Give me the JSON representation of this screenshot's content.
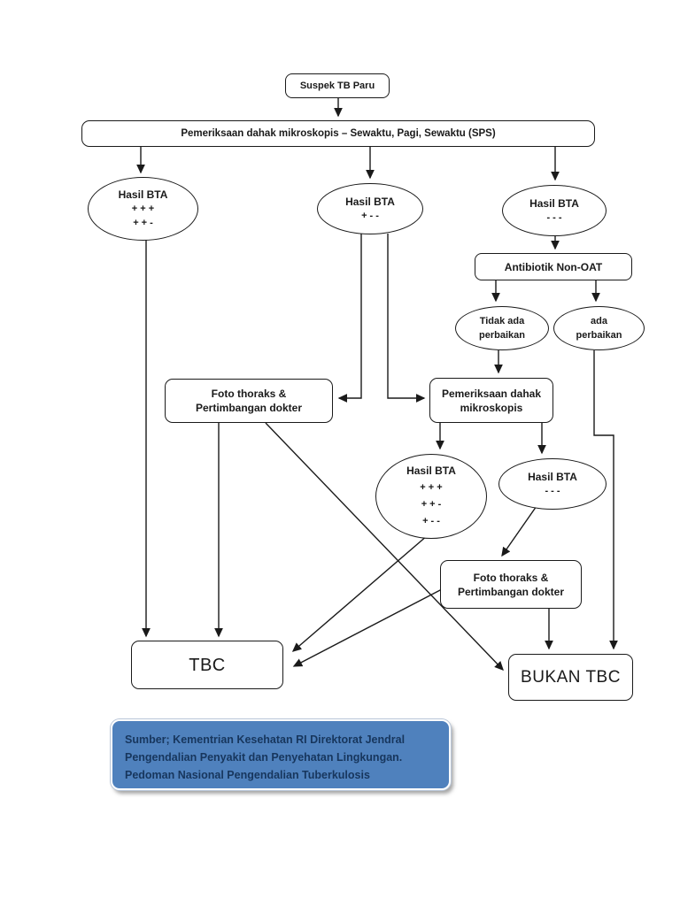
{
  "nodes": {
    "suspek": {
      "label": "Suspek TB Paru"
    },
    "sps": {
      "label": "Pemeriksaan dahak mikroskopis – Sewaktu, Pagi, Sewaktu (SPS)"
    },
    "hasil_bta_1": {
      "title": "Hasil BTA",
      "line1": "+ + +",
      "line2": "+ + -"
    },
    "hasil_bta_2": {
      "title": "Hasil BTA",
      "line1": "+ - -"
    },
    "hasil_bta_3": {
      "title": "Hasil BTA",
      "line1": "- - -"
    },
    "antibiotik": {
      "label": "Antibiotik Non-OAT"
    },
    "tidak_ada_perbaikan": {
      "line1": "Tidak ada",
      "line2": "perbaikan"
    },
    "ada_perbaikan": {
      "line1": "ada",
      "line2": "perbaikan"
    },
    "foto_thoraks_1": {
      "line1": "Foto thoraks &",
      "line2": "Pertimbangan dokter"
    },
    "pemeriksaan_dahak_2": {
      "line1": "Pemeriksaan dahak",
      "line2": "mikroskopis"
    },
    "hasil_bta_4": {
      "title": "Hasil BTA",
      "line1": "+ + +",
      "line2": "+ + -",
      "line3": "+ - -"
    },
    "hasil_bta_5": {
      "title": "Hasil BTA",
      "line1": "- - -"
    },
    "foto_thoraks_2": {
      "line1": "Foto thoraks &",
      "line2": "Pertimbangan dokter"
    },
    "tbc": {
      "label": "TBC"
    },
    "bukan_tbc": {
      "label": "BUKAN TBC"
    }
  },
  "source_box": {
    "line1": "Sumber; Kementrian Kesehatan RI Direktorat Jendral",
    "line2": "Pengendalian Penyakit dan Penyehatan Lingkungan.",
    "line3": "Pedoman Nasional Pengendalian Tuberkulosis",
    "fill": "#4f81bd",
    "text_color": "#17365d"
  },
  "colors": {
    "line": "#1a1a1a",
    "node_border": "#1a1a1a",
    "node_fill": "#ffffff"
  }
}
